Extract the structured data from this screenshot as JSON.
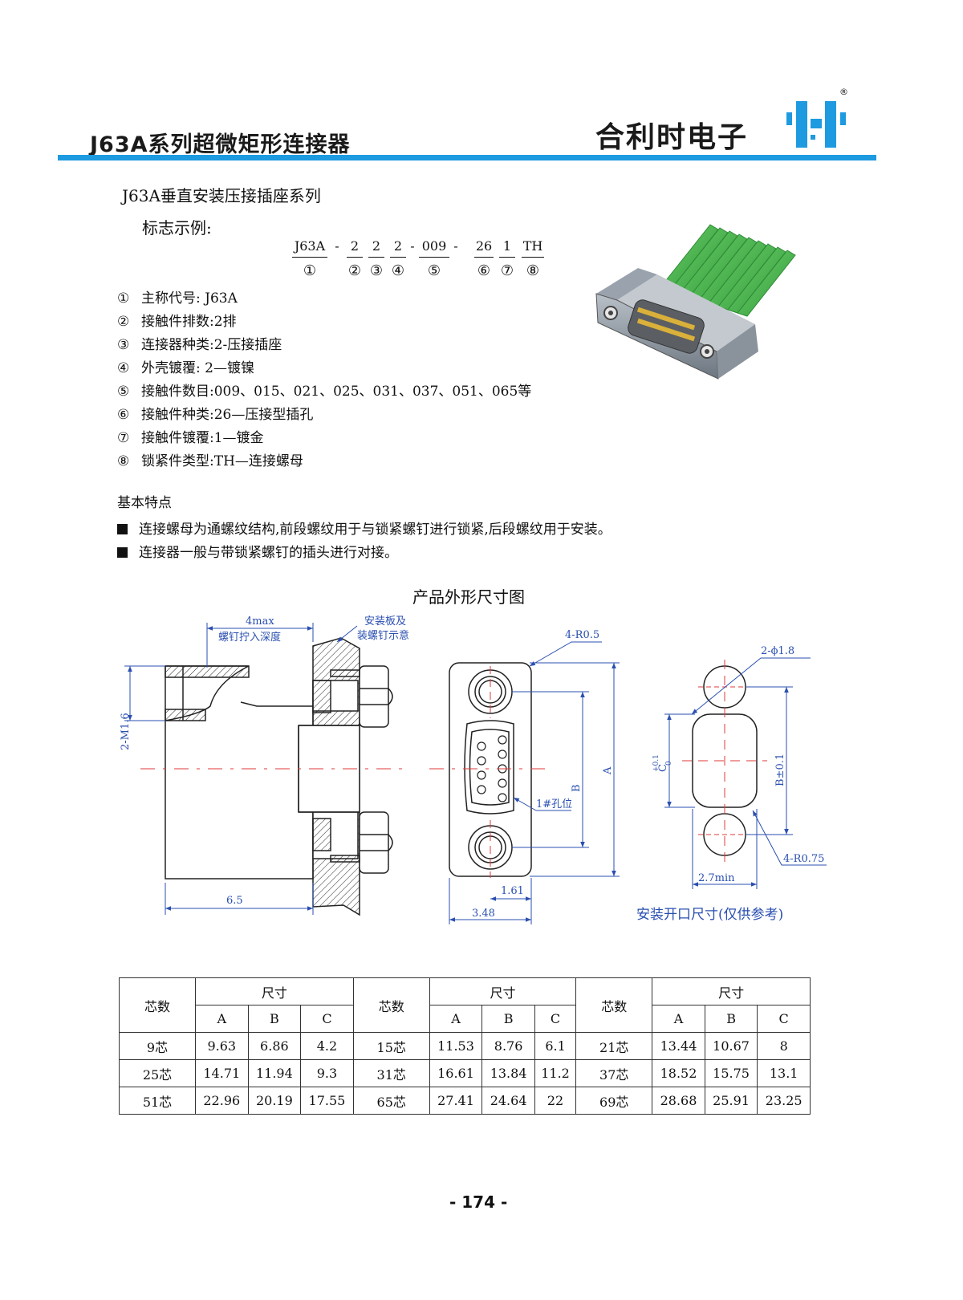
{
  "header": {
    "title": "J63A系列超微矩形连接器",
    "brand": "合利时电子",
    "registered_mark": "®",
    "accent_color": "#1e9ae0"
  },
  "series_title": "J63A垂直安装压接插座系列",
  "example": {
    "title": "标志示例:",
    "code_parts": [
      "J63A",
      "-",
      "2",
      "2",
      "2",
      "-",
      "009",
      "-",
      "26",
      "1",
      "TH"
    ],
    "code_numbers": [
      "①",
      "②",
      "③",
      "④",
      "⑤",
      "⑥",
      "⑦",
      "⑧"
    ]
  },
  "legend": [
    {
      "num": "①",
      "text": "主称代号:  J63A"
    },
    {
      "num": "②",
      "text": "接触件排数:2排"
    },
    {
      "num": "③",
      "text": "连接器种类:2-压接插座"
    },
    {
      "num": "④",
      "text": "外壳镀覆:  2—镀镍"
    },
    {
      "num": "⑤",
      "text": "接触件数目:009、015、021、025、031、037、051、065等"
    },
    {
      "num": "⑥",
      "text": "接触件种类:26—压接型插孔"
    },
    {
      "num": "⑦",
      "text": "接触件镀覆:1—镀金"
    },
    {
      "num": "⑧",
      "text": "锁紧件类型:TH—连接螺母"
    }
  ],
  "features": {
    "title": "基本特点",
    "items": [
      "连接螺母为通螺纹结构,前段螺纹用于与锁紧螺钉进行锁紧,后段螺纹用于安装。",
      "连接器一般与带锁紧螺钉的插头进行对接。"
    ]
  },
  "drawing": {
    "title": "产品外形尺寸图",
    "labels": {
      "max4": "4max",
      "screw_depth": "螺钉拧入深度",
      "panel1": "安装板及",
      "panel2": "装螺钉示意",
      "thread": "2-M1.6",
      "len65": "6.5",
      "r05": "4-R0.5",
      "dimA": "A",
      "dimB": "B",
      "pin1": "1#孔位",
      "d161": "1.61",
      "d348": "3.48",
      "holes": "2-ϕ1.8",
      "dimC": "C",
      "tol_c_up": "+0.1",
      "tol_c_low": "0",
      "b_tol": "B±0.1",
      "r075": "4-R0.75",
      "min27": "2.7min",
      "cutout": "安装开口尺寸(仅供参考)"
    }
  },
  "table": {
    "group_header": "芯数",
    "size_header": "尺寸",
    "sub_headers": [
      "A",
      "B",
      "C"
    ],
    "rows": [
      [
        [
          "9芯",
          "9.63",
          "6.86",
          "4.2"
        ],
        [
          "15芯",
          "11.53",
          "8.76",
          "6.1"
        ],
        [
          "21芯",
          "13.44",
          "10.67",
          "8"
        ]
      ],
      [
        [
          "25芯",
          "14.71",
          "11.94",
          "9.3"
        ],
        [
          "31芯",
          "16.61",
          "13.84",
          "11.2"
        ],
        [
          "37芯",
          "18.52",
          "15.75",
          "13.1"
        ]
      ],
      [
        [
          "51芯",
          "22.96",
          "20.19",
          "17.55"
        ],
        [
          "65芯",
          "27.41",
          "24.64",
          "22"
        ],
        [
          "69芯",
          "28.68",
          "25.91",
          "23.25"
        ]
      ]
    ]
  },
  "page_number": "- 174 -"
}
